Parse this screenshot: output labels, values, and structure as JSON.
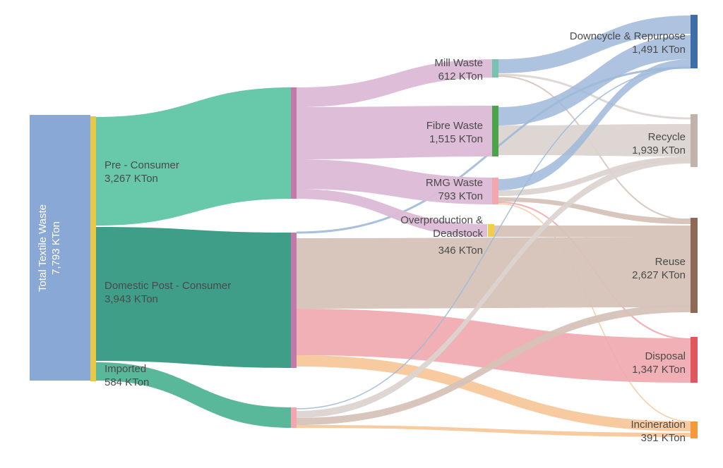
{
  "colors": {
    "total": "#8aa8d6",
    "accent_bar": "#e8c84a",
    "pre": "#67c8aa",
    "domestic": "#3f9e88",
    "imported": "#58b899",
    "pink_bar": "#c47aa8",
    "mill_flow": "#dcb9d6",
    "reuse_flow": "#d6c3b8",
    "disposal_flow": "#f0a7ad",
    "incin_flow": "#f8c79a",
    "down_flow": "#9fb9d9",
    "recycle_flow": "#dcd4d0",
    "mill_bar": "#79c2b1",
    "fibre_bar": "#4da34a",
    "rmg_bar": "#f4a5ad",
    "over_bar": "#f2cd4b",
    "down_bar": "#3d6ea8",
    "recycle_bar": "#bfb3ac",
    "reuse_bar": "#8c6a55",
    "disposal_bar": "#e0575e",
    "incin_bar": "#f39a3a"
  },
  "nodes": {
    "total": {
      "name": "Total Textile Waste",
      "value": "7,793 KTon"
    },
    "pre": {
      "name": "Pre - Consumer",
      "value": "3,267 KTon"
    },
    "domestic": {
      "name": "Domestic Post - Consumer",
      "value": "3,943 KTon"
    },
    "imported": {
      "name": "Imported",
      "value": "584 KTon"
    },
    "mill": {
      "name": "Mill Waste",
      "value": "612 KTon"
    },
    "fibre": {
      "name": "Fibre Waste",
      "value": "1,515 KTon"
    },
    "rmg": {
      "name": "RMG Waste",
      "value": "793 KTon"
    },
    "over": {
      "name_line1": "Overproduction  &",
      "name_line2": "Deadstock",
      "value": "346 KTon"
    },
    "down": {
      "name": "Downcycle & Repurpose",
      "value": "1,491 KTon"
    },
    "recycle": {
      "name": "Recycle",
      "value": "1,939 KTon"
    },
    "reuse": {
      "name": "Reuse",
      "value": "2,627 KTon"
    },
    "disposal": {
      "name": "Disposal",
      "value": "1,347 KTon"
    },
    "incin": {
      "name": "Incineration",
      "value": "391 KTon"
    }
  }
}
